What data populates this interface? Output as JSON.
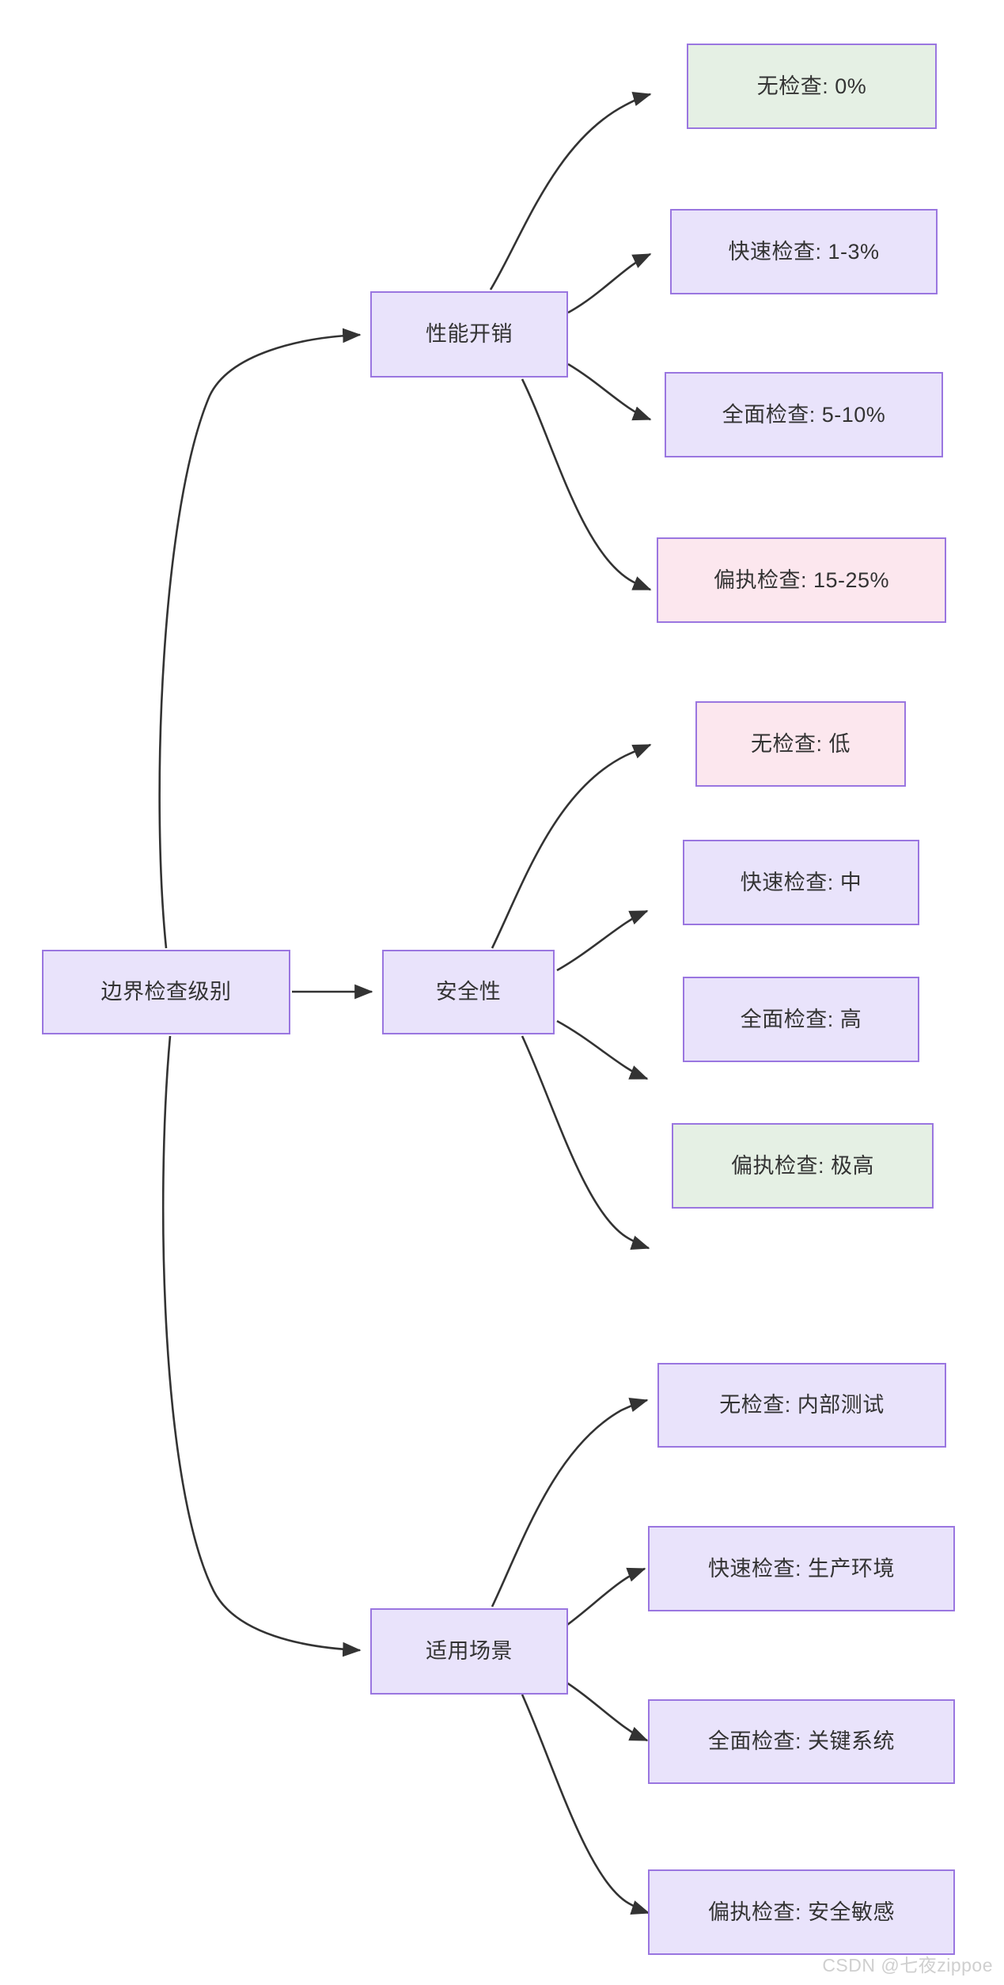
{
  "diagram": {
    "type": "flowchart",
    "direction": "left-to-right",
    "background_color": "#ffffff",
    "node_border_color": "#9a76e0",
    "node_fill_lavender": "#e9e3fb",
    "node_fill_pink": "#fce7ee",
    "node_fill_green": "#e5f0e4",
    "edge_color": "#333333",
    "root": {
      "id": "root",
      "label": "边界检查级别"
    },
    "branches": [
      {
        "id": "perf",
        "label": "性能开销",
        "leaves": [
          {
            "id": "perf-none",
            "label": "无检查: 0%"
          },
          {
            "id": "perf-fast",
            "label": "快速检查: 1-3%"
          },
          {
            "id": "perf-full",
            "label": "全面检查: 5-10%"
          },
          {
            "id": "perf-paranoid",
            "label": "偏执检查: 15-25%"
          }
        ]
      },
      {
        "id": "security",
        "label": "安全性",
        "leaves": [
          {
            "id": "sec-none",
            "label": "无检查: 低"
          },
          {
            "id": "sec-fast",
            "label": "快速检查: 中"
          },
          {
            "id": "sec-full",
            "label": "全面检查: 高"
          },
          {
            "id": "sec-paranoid",
            "label": "偏执检查: 极高"
          }
        ]
      },
      {
        "id": "scenario",
        "label": "适用场景",
        "leaves": [
          {
            "id": "scn-none",
            "label": "无检查: 内部测试"
          },
          {
            "id": "scn-fast",
            "label": "快速检查: 生产环境"
          },
          {
            "id": "scn-full",
            "label": "全面检查: 关键系统"
          },
          {
            "id": "scn-paranoid",
            "label": "偏执检查: 安全敏感"
          }
        ]
      }
    ]
  },
  "watermark": {
    "text": "CSDN @七夜zippoe"
  }
}
